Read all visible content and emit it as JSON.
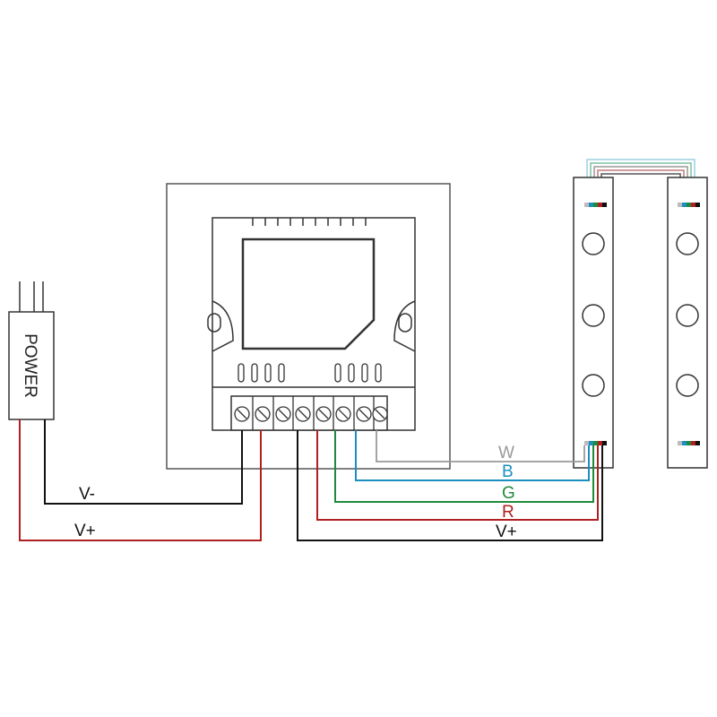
{
  "power": {
    "label": "POWER"
  },
  "wires": {
    "v_minus": {
      "label": "V-",
      "color": "#111111"
    },
    "v_plus_power": {
      "label": "V+",
      "color": "#b02020"
    },
    "w": {
      "label": "W",
      "color": "#9a9a9a"
    },
    "b": {
      "label": "B",
      "color": "#1a8fc0"
    },
    "g": {
      "label": "G",
      "color": "#1f8a3c"
    },
    "r": {
      "label": "R",
      "color": "#b02020"
    },
    "v_plus_strip": {
      "label": "V+",
      "color": "#111111"
    }
  },
  "colors": {
    "outline": "#333333",
    "frame": "#555555"
  }
}
